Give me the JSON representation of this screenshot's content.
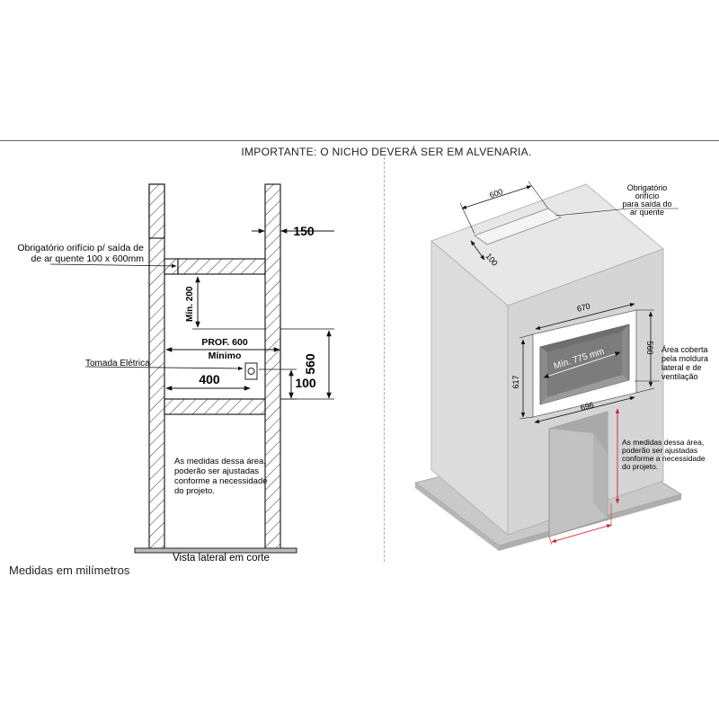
{
  "header": {
    "important": "IMPORTANTE: O NICHO DEVERÁ SER EM ALVENARIA."
  },
  "left_view": {
    "dim_150": "150",
    "orificio_line1": "Obrigatório orifício p/ saída de",
    "orificio_line2": "de ar quente 100 x 600mm",
    "min_200": "Mín. 200",
    "prof_600": "PROF. 600",
    "minimo": "Mínimo",
    "tomada": "Tomada Elétrica",
    "dim_400": "400",
    "dim_100": "100",
    "dim_560": "560",
    "note_line1": "As medidas dessa área,",
    "note_line2": "poderão ser ajustadas",
    "note_line3": "conforme a necessidade",
    "note_line4": "do projeto.",
    "caption": "Vista lateral em corte"
  },
  "right_view": {
    "dim_600": "600",
    "dim_100": "100",
    "orificio_line1": "Obrigatório",
    "orificio_line2": "orifício",
    "orificio_line3": "para saída do",
    "orificio_line4": "ar quente",
    "dim_670": "670",
    "min_775": "Mín. 775 mm",
    "dim_560": "560",
    "dim_617": "617",
    "dim_696": "696",
    "area_line1": "Área coberta",
    "area_line2": "pela moldura",
    "area_line3": "lateral e de",
    "area_line4": "ventilação",
    "note_line1": "As medidas dessa área,",
    "note_line2": "poderão ser ajustadas",
    "note_line3": "conforme a necessidade",
    "note_line4": "do projeto."
  },
  "footer": {
    "units": "Medidas em milímetros"
  }
}
